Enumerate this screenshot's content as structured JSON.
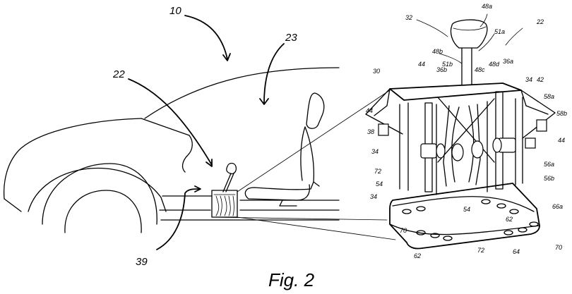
{
  "figure": {
    "caption": "Fig. 2"
  },
  "vehicle_labels": {
    "vehicle": "10",
    "cabin": "23",
    "shifter_assembly": "22",
    "mount": "39"
  },
  "detail_labels": {
    "l32": "32",
    "l48a": "48a",
    "l22": "22",
    "l51a": "51a",
    "l48b": "48b",
    "l30": "30",
    "l44a": "44",
    "l36b": "36b",
    "l51b": "51b",
    "l48c": "48c",
    "l48d": "48d",
    "l36a": "36a",
    "l34a": "34",
    "l42": "42",
    "l58a": "58a",
    "l44b": "44",
    "l58b": "58b",
    "l38": "38",
    "l44c": "44",
    "l34b": "34",
    "l72a": "72",
    "l56a": "56a",
    "l54a": "54",
    "l56b": "56b",
    "l34c": "34",
    "l54b": "54",
    "l66a": "66a",
    "l70a": "70",
    "l62a": "62",
    "l72b": "72",
    "l62b": "62",
    "l64": "64",
    "l70b": "70"
  }
}
